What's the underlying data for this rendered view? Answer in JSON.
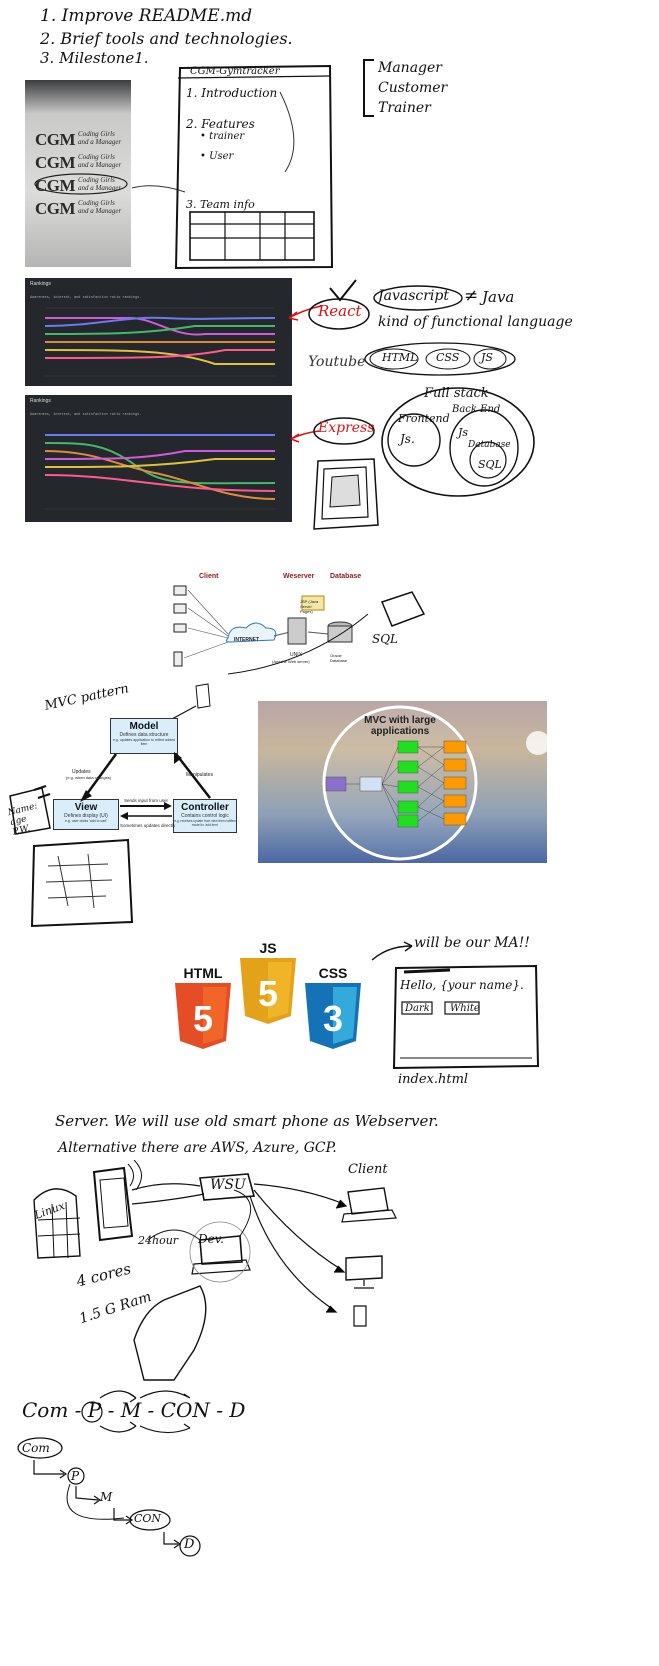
{
  "notes": {
    "item1": "1. Improve README.md",
    "item2": "2. Brief tools and technologies.",
    "item3": "3. Milestone1.",
    "roles": [
      "Manager",
      "Customer",
      "Trainer"
    ]
  },
  "wireframe": {
    "title": "CGM-Gymtracker",
    "sec1": "1. Introduction",
    "sec2": "2. Features",
    "trainer": "• trainer",
    "user": "• User",
    "sec3": "3. Team info"
  },
  "logos": {
    "brand": "CGM",
    "tagline_line1": "Coding Girls",
    "tagline_line2": "and a Manager"
  },
  "rankings": {
    "title": "Rankings",
    "subtitle": "Awareness, interest, and satisfaction ratio rankings."
  },
  "annotations": {
    "react": "React",
    "express": "Express",
    "javascript": "Javascript",
    "not_equal": "≠",
    "java": "Java",
    "functional": "kind of functional language",
    "youtube": "Youtube",
    "html": "HTML",
    "css": "CSS",
    "js": "JS",
    "fullstack": "Full stack",
    "frontend": "Frontend",
    "backend": "Back End",
    "js1": "Js.",
    "js2": "Js",
    "database": "Database",
    "sql": "SQL"
  },
  "architecture": {
    "client": "Client",
    "webserver": "Weserver",
    "database": "Database",
    "internet": "INTERNET",
    "jsp": "JSP (Java Server Pages)",
    "unix": "UNIX",
    "unix_sub": "(Apache Web server)",
    "oracle": "Oracle Database",
    "sql_note": "SQL"
  },
  "mvc": {
    "pattern_label": "MVC pattern",
    "model_title": "Model",
    "model_desc": "Defines data structure",
    "model_eg": "e.g. updates application to reflect added item",
    "view_title": "View",
    "view_desc": "Defines display (UI)",
    "view_eg": "e.g. user clicks 'add to cart'",
    "controller_title": "Controller",
    "controller_desc": "Contains control logic",
    "controller_eg": "e.g. receives update from view then notifies model to 'add item'",
    "updates": "Updates",
    "updates_sub": "(e.g. when data changes)",
    "manipulates": "Manipulates",
    "sends_input": "Sends input from user",
    "sometimes": "Sometimes updates directly",
    "name_note": "Name: age P.W.",
    "slide_title": "MVC with large applications"
  },
  "web": {
    "html5": "HTML",
    "js": "JS",
    "css3": "CSS",
    "ma_note": "will be our MA!!",
    "hello": "Hello, {your name}.",
    "dark": "Dark",
    "white": "White",
    "index": "index.html"
  },
  "server": {
    "line1": "Server. We will use old smart phone as Webserver.",
    "line2": "Alternative there are AWS, Azure, GCP.",
    "wsu": "WSU",
    "client": "Client",
    "dev": "Dev.",
    "hours": "24hour",
    "cores": "4 cores",
    "ram": "1.5 G Ram",
    "linux": "Linux"
  },
  "flow": {
    "com": "Com",
    "p": "P",
    "m": "M",
    "con": "CON",
    "d": "D",
    "sequence": "Com - P - M - CON - D"
  }
}
